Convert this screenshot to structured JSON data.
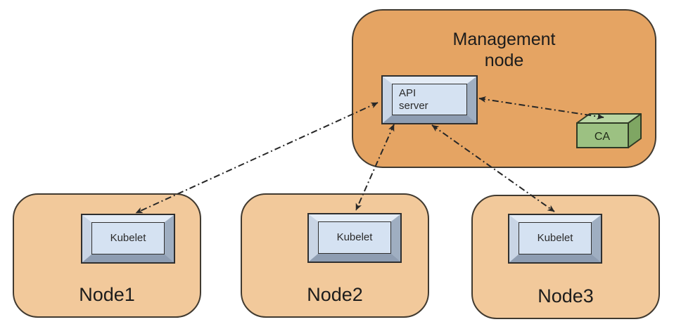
{
  "diagram": {
    "management_node": {
      "label": "Management node",
      "api_server": {
        "label": "API\nserver"
      },
      "ca": {
        "label": "CA"
      }
    },
    "nodes": [
      {
        "name": "Node1",
        "component": "Kubelet"
      },
      {
        "name": "Node2",
        "component": "Kubelet"
      },
      {
        "name": "Node3",
        "component": "Kubelet"
      }
    ],
    "connections": [
      {
        "from": "API server",
        "to": "Kubelet (Node1)",
        "style": "dash-dot",
        "bidirectional": true
      },
      {
        "from": "API server",
        "to": "Kubelet (Node2)",
        "style": "dash-dot",
        "bidirectional": true
      },
      {
        "from": "API server",
        "to": "Kubelet (Node3)",
        "style": "dash-dot",
        "bidirectional": true
      },
      {
        "from": "API server",
        "to": "CA",
        "style": "dash-dot",
        "bidirectional": true
      }
    ],
    "colors": {
      "management_node_fill": "#e5a463",
      "worker_node_fill": "#f2c99b",
      "box_border": "#413a30",
      "component_face": "#d5e2f2",
      "ca_front": "#9cc182",
      "ca_top": "#b9d6a3",
      "ca_side": "#7fa663",
      "connector_line": "#272727"
    }
  }
}
